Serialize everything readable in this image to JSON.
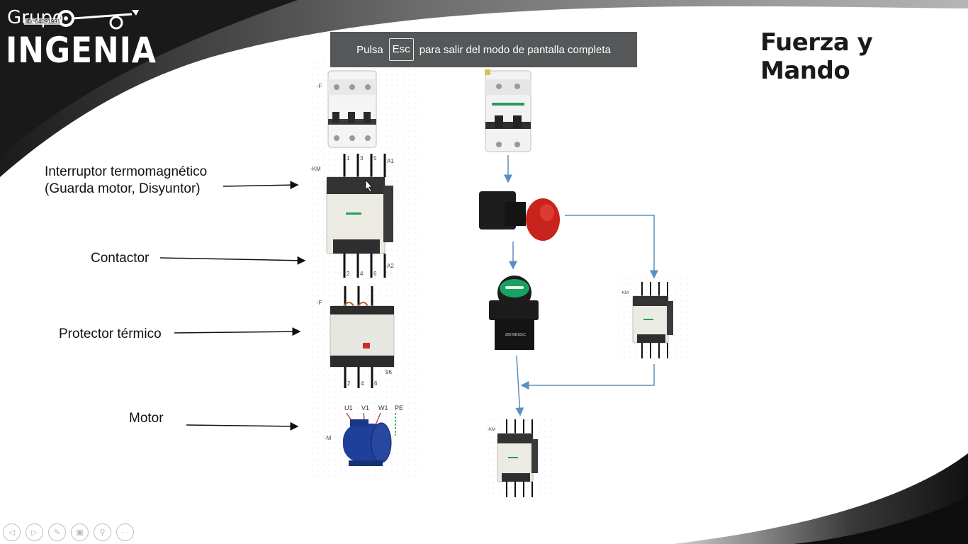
{
  "logo": {
    "line1": "Grupo",
    "line2": "INGENIA",
    "id_text": "ID: 64091991"
  },
  "slide": {
    "title": "Fuerza y Mando",
    "labels": {
      "breaker_line1": "Interruptor termomagnético",
      "breaker_line2": "(Guarda motor, Disyuntor)",
      "contactor": "Contactor",
      "thermal": "Protector térmico",
      "motor": "Motor"
    },
    "terminal_labels": {
      "top": [
        "1",
        "3",
        "5",
        "A1"
      ],
      "bottom": [
        "2",
        "4",
        "6",
        "A2"
      ],
      "thermal_bottom": [
        "2",
        "4",
        "6",
        "96"
      ],
      "motor": [
        "U1",
        "V1",
        "W1",
        "PE"
      ],
      "km": "-KM",
      "f": "-F",
      "m": "-M",
      "model": "Z82-BE101C"
    }
  },
  "fullscreen_notice": {
    "prefix": "Pulsa",
    "key": "Esc",
    "suffix": "para salir del modo de pantalla completa"
  },
  "nav_buttons": [
    {
      "name": "previous-slide-button",
      "icon": "arrow-left-icon",
      "glyph": "◁"
    },
    {
      "name": "next-slide-button",
      "icon": "arrow-right-icon",
      "glyph": "▷"
    },
    {
      "name": "pen-button",
      "icon": "pen-icon",
      "glyph": "✎"
    },
    {
      "name": "slides-button",
      "icon": "slides-icon",
      "glyph": "▣"
    },
    {
      "name": "zoom-button",
      "icon": "magnifier-icon",
      "glyph": "⚲"
    },
    {
      "name": "more-options-button",
      "icon": "more-icon",
      "glyph": "···"
    }
  ],
  "colors": {
    "arrow_blue": "#5b8fc0",
    "dark_bg": "#1b1b1b",
    "stop_red": "#c8231c",
    "start_green": "#1aa061",
    "toast_bg": "#555759"
  }
}
